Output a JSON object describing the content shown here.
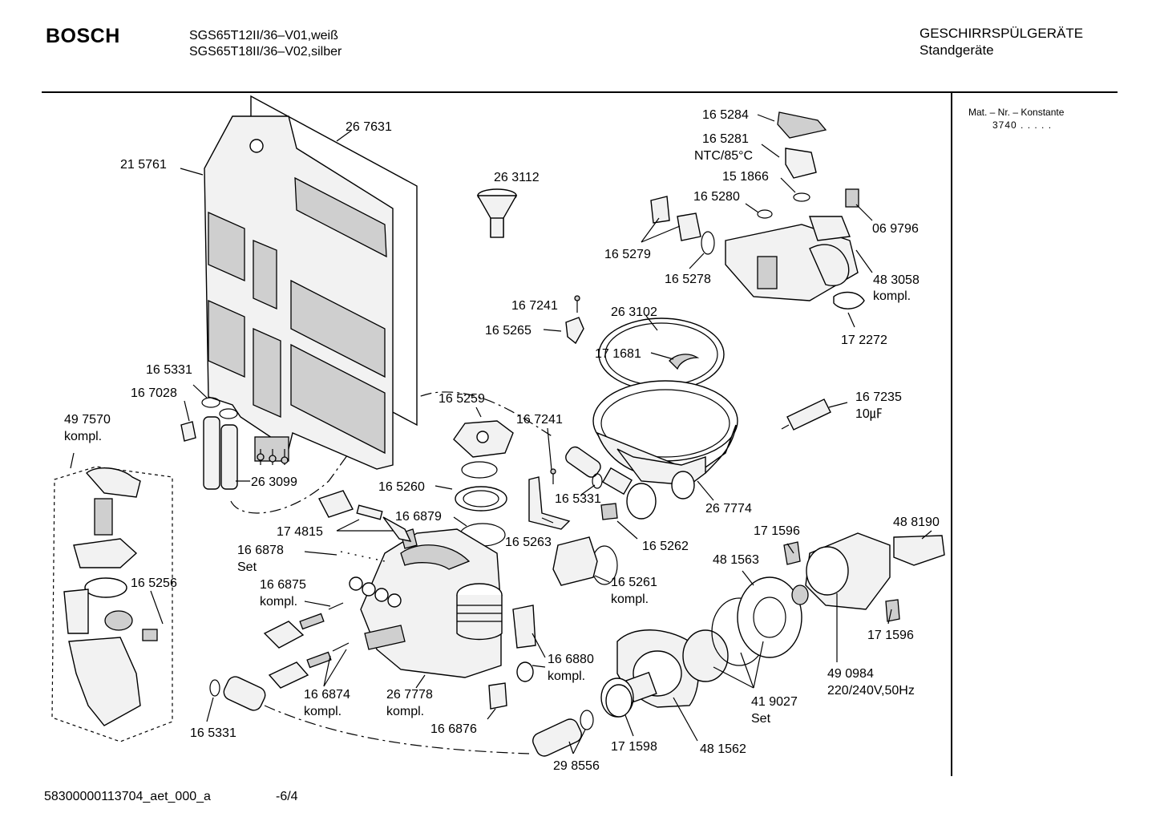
{
  "header": {
    "brand": "BOSCH",
    "model_line_1": "SGS65T12II/36–V01,weiß",
    "model_line_2": "SGS65T18II/36–V02,silber",
    "category": "GESCHIRRSPÜLGERÄTE",
    "subcategory": "Standgeräte"
  },
  "sidebar": {
    "material_label": "Mat. – Nr. – Konstante",
    "material_value": "3740 . . . . ."
  },
  "footer": {
    "document_id": "58300000113704_aet_000_a",
    "page": "-6/4"
  },
  "callouts": [
    {
      "line1": "16 5284"
    },
    {
      "line1": "16 5281",
      "line2": "NTC/85°C"
    },
    {
      "line1": "15 1866"
    },
    {
      "line1": "26 7631"
    },
    {
      "line1": "21 5761"
    },
    {
      "line1": "26 3112"
    },
    {
      "line1": "16 5280"
    },
    {
      "line1": "06 9796"
    },
    {
      "line1": "16 5279"
    },
    {
      "line1": "16 5278"
    },
    {
      "line1": "48 3058",
      "line2": "kompl."
    },
    {
      "line1": "16 7241"
    },
    {
      "line1": "26 3102"
    },
    {
      "line1": "16 5265"
    },
    {
      "line1": "17 2272"
    },
    {
      "line1": "17 1681"
    },
    {
      "line1": "16 5331"
    },
    {
      "line1": "16 7028"
    },
    {
      "line1": "16 5259"
    },
    {
      "line1": "16 7235",
      "line2": "10㎌"
    },
    {
      "line1": "49 7570",
      "line2": "kompl."
    },
    {
      "line1": "16 7241"
    },
    {
      "line1": "26 3099"
    },
    {
      "line1": "16 5260"
    },
    {
      "line1": "16 5331"
    },
    {
      "line1": "26 7774"
    },
    {
      "line1": "16 6879"
    },
    {
      "line1": "17 4815"
    },
    {
      "line1": "16 5263"
    },
    {
      "line1": "16 5262"
    },
    {
      "line1": "17 1596"
    },
    {
      "line1": "48 8190"
    },
    {
      "line1": "16 6878",
      "line2": "Set"
    },
    {
      "line1": "48 1563"
    },
    {
      "line1": "16 5256"
    },
    {
      "line1": "16 6875",
      "line2": "kompl."
    },
    {
      "line1": "16 5261",
      "line2": "kompl."
    },
    {
      "line1": "17 1596"
    },
    {
      "line1": "16 6880",
      "line2": "kompl."
    },
    {
      "line1": "49 0984",
      "line2": "220/240V,50Hz"
    },
    {
      "line1": "16 6874",
      "line2": "kompl."
    },
    {
      "line1": "26 7778",
      "line2": "kompl."
    },
    {
      "line1": "41 9027",
      "line2": "Set"
    },
    {
      "line1": "16 6876"
    },
    {
      "line1": "16 5331"
    },
    {
      "line1": "17 1598"
    },
    {
      "line1": "48 1562"
    },
    {
      "line1": "29 8556"
    }
  ]
}
